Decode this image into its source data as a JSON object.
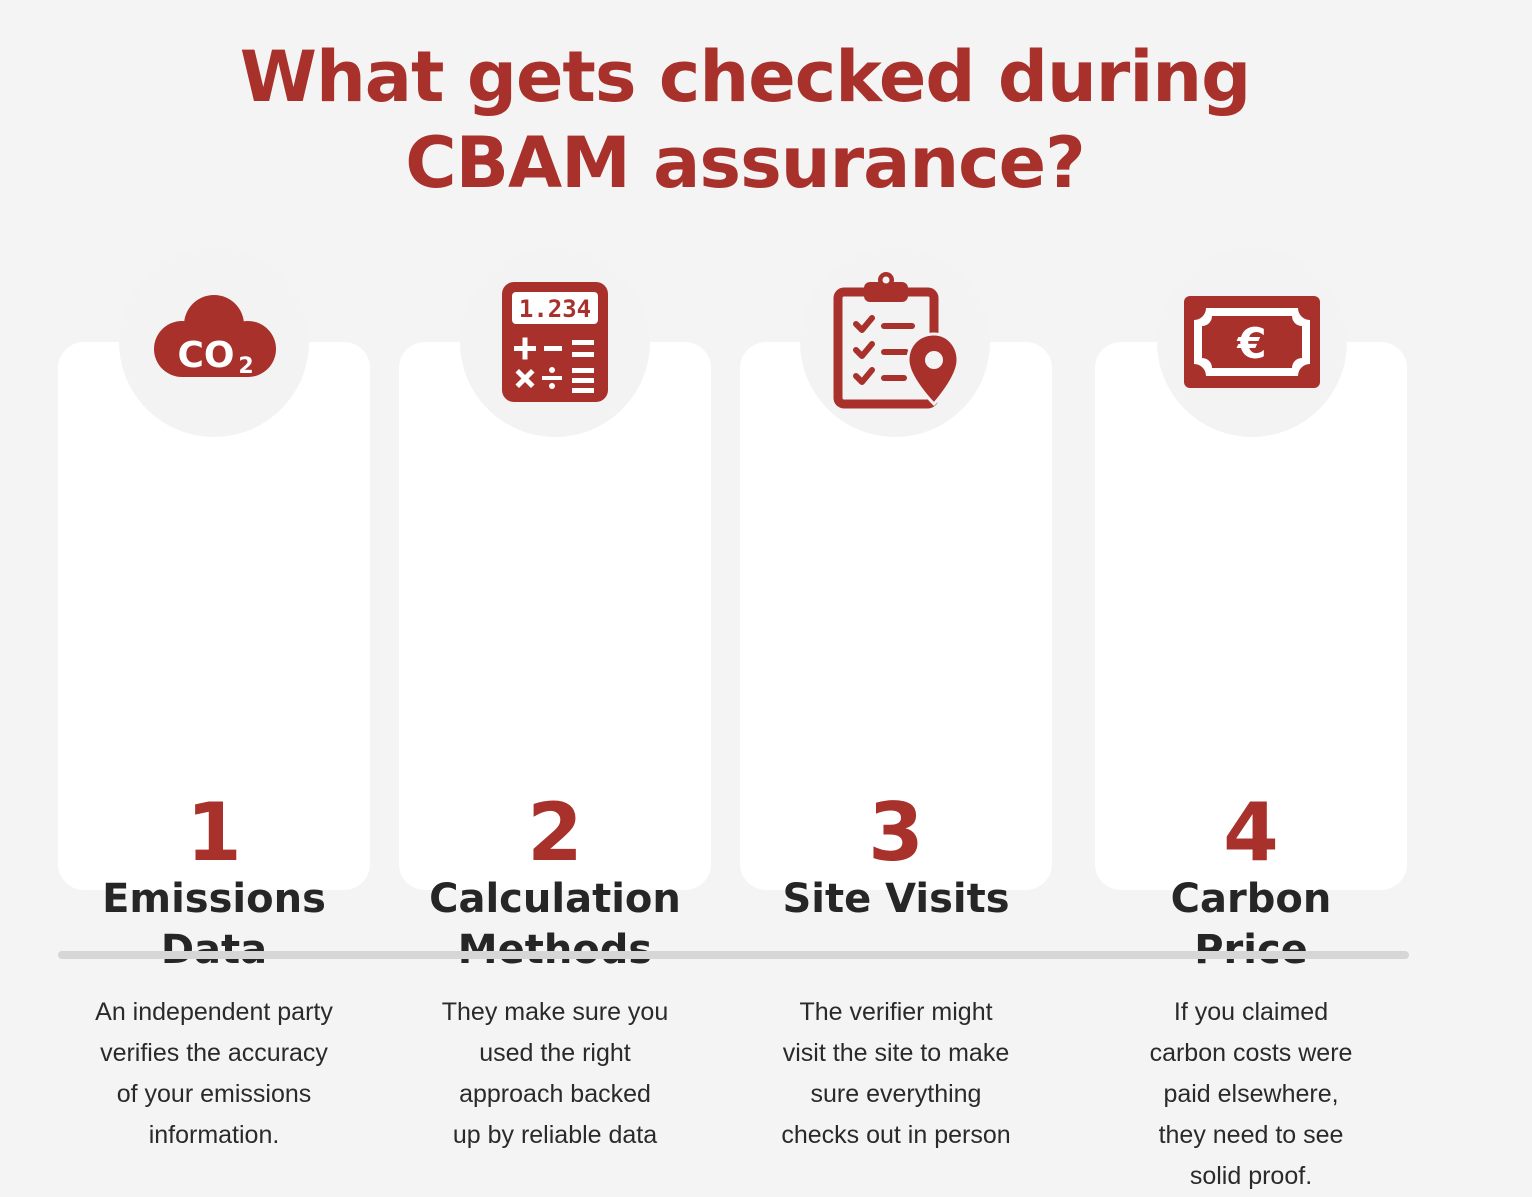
{
  "title": {
    "line1": "What gets checked during",
    "line2": "CBAM assurance?"
  },
  "colors": {
    "accent": "#a8312c",
    "text": "#262626",
    "background": "#f4f4f4",
    "card": "#ffffff"
  },
  "steps": [
    {
      "number": "1",
      "icon": "co2-cloud-icon",
      "icon_text": "CO",
      "icon_sub": "2",
      "heading": [
        "Emissions",
        "Data"
      ],
      "description": [
        "An independent party",
        "verifies the accuracy",
        "of your emissions",
        "information."
      ]
    },
    {
      "number": "2",
      "icon": "calculator-icon",
      "icon_text": "1.234",
      "heading": [
        "Calculation",
        "Methods"
      ],
      "description": [
        "They make sure you",
        "used the right",
        "approach backed",
        "up by reliable data"
      ]
    },
    {
      "number": "3",
      "icon": "clipboard-checklist-location-icon",
      "heading": [
        "Site Visits"
      ],
      "description": [
        "The verifier might",
        "visit the site to make",
        "sure everything",
        "checks out in person"
      ]
    },
    {
      "number": "4",
      "icon": "euro-banknote-icon",
      "icon_text": "€",
      "heading": [
        "Carbon",
        "Price"
      ],
      "description": [
        "If you claimed",
        "carbon costs were",
        "paid elsewhere,",
        "they need to see",
        "solid proof."
      ]
    }
  ]
}
